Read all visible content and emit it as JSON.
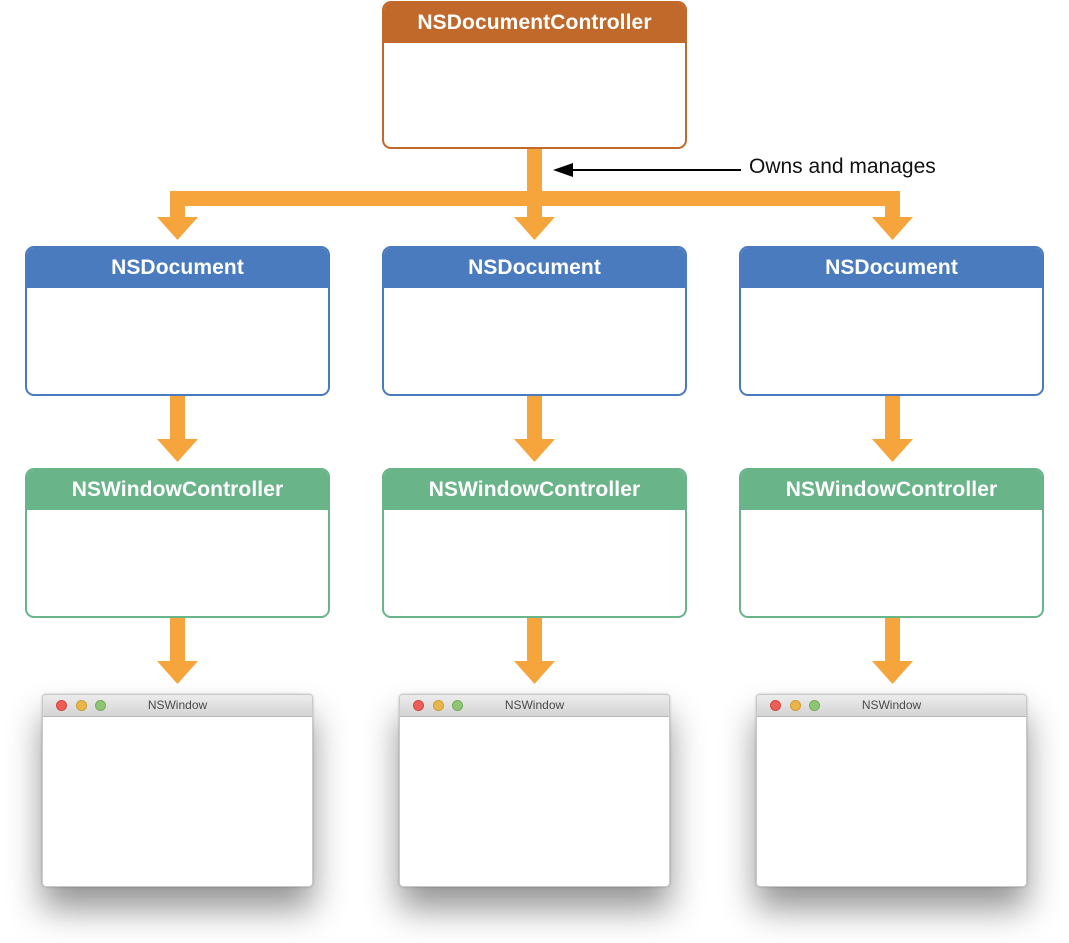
{
  "colors": {
    "connector": "#f5a53c",
    "controller": "#c1692b",
    "document": "#4a7bbf",
    "window_controller": "#6ab48a",
    "annotation_arrow": "#000000"
  },
  "document_controller": {
    "title": "NSDocumentController"
  },
  "annotation": {
    "text": "Owns and manages"
  },
  "columns": [
    {
      "document_title": "NSDocument",
      "window_controller_title": "NSWindowController",
      "window_title": "NSWindow"
    },
    {
      "document_title": "NSDocument",
      "window_controller_title": "NSWindowController",
      "window_title": "NSWindow"
    },
    {
      "document_title": "NSDocument",
      "window_controller_title": "NSWindowController",
      "window_title": "NSWindow"
    }
  ]
}
